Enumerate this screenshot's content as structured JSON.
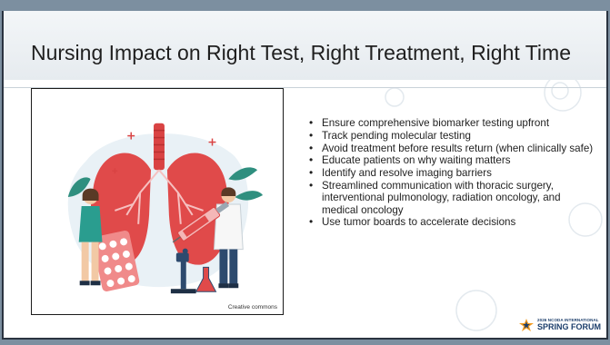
{
  "slide": {
    "title": "Nursing Impact on Right Test, Right Treatment, Right Time",
    "image_credit": "Creative commons",
    "bullets": [
      "Ensure comprehensive biomarker testing upfront",
      "Track pending molecular testing",
      "Avoid treatment before results return (when clinically safe)",
      "Educate patients on why waiting matters",
      "Identify and resolve imaging barriers",
      "Streamlined communication with thoracic surgery, interventional pulmonology, radiation oncology, and medical oncology",
      "Use tumor boards to accelerate decisions"
    ]
  },
  "logo": {
    "line1": "2026 NCODA INTERNATIONAL",
    "line2": "SPRING FORUM"
  },
  "colors": {
    "accent_blue": "#1c3e6b",
    "lung_red": "#e04a4a",
    "logo_orange": "#f29a1f"
  }
}
